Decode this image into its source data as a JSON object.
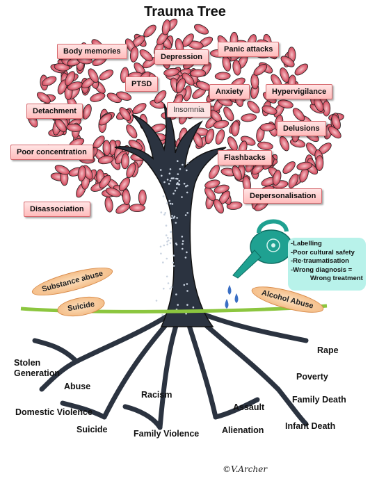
{
  "title": "Trauma Tree",
  "symptoms": [
    {
      "text": "Body memories",
      "bold": true
    },
    {
      "text": "Depression",
      "bold": true
    },
    {
      "text": "Panic attacks",
      "bold": true
    },
    {
      "text": "PTSD",
      "bold": true
    },
    {
      "text": "Anxiety",
      "bold": true
    },
    {
      "text": "Hypervigilance",
      "bold": true
    },
    {
      "text": "Insomnia",
      "bold": false
    },
    {
      "text": "Detachment",
      "bold": true
    },
    {
      "text": "Delusions",
      "bold": true
    },
    {
      "text": "Poor concentration",
      "bold": true
    },
    {
      "text": "Flashbacks",
      "bold": true
    },
    {
      "text": "Depersonalisation",
      "bold": true
    },
    {
      "text": "Disassociation",
      "bold": true
    }
  ],
  "coping": {
    "substance": "Substance abuse",
    "suicide": "Suicide",
    "alcohol": "Alcohol Abuse"
  },
  "watering_note": [
    "-Labelling",
    "-Poor cultural safety",
    "-Re-traumatisation",
    "-Wrong diagnosis =",
    "Wrong treatment"
  ],
  "roots": [
    "Stolen\nGeneration",
    "Abuse",
    "Domestic Violence",
    "Suicide",
    "Racism",
    "Family Violence",
    "Assault",
    "Alienation",
    "Rape",
    "Poverty",
    "Family Death",
    "Infant Death"
  ],
  "credit": "©V.Archer",
  "colors": {
    "leaf": "#d0334a",
    "leaf_inner": "#f3a9b1",
    "trunk": "#2b3340",
    "ground": "#8cc63f",
    "can": "#1fa191",
    "water": "#3a6fc4"
  }
}
